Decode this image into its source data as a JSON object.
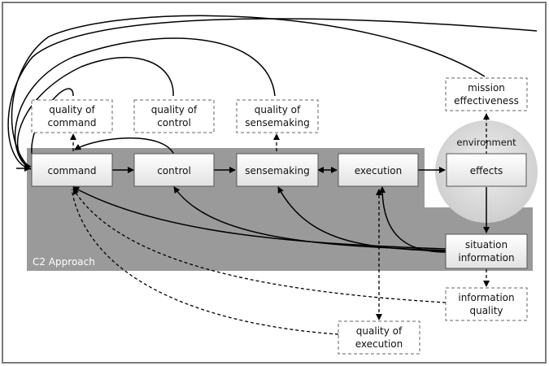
{
  "approach_label": "C2 Approach",
  "environment_label": "environment",
  "process_boxes": {
    "command": "command",
    "control": "control",
    "sensemaking": "sensemaking",
    "execution": "execution",
    "effects": "effects"
  },
  "situation_information": [
    "situation",
    "information"
  ],
  "quality_boxes": {
    "quality_of_command": [
      "quality of",
      "command"
    ],
    "quality_of_control": [
      "quality of",
      "control"
    ],
    "quality_of_sensemaking": [
      "quality of",
      "sensemaking"
    ],
    "mission_effectiveness": [
      "mission",
      "effectiveness"
    ],
    "information_quality": [
      "information",
      "quality"
    ],
    "quality_of_execution": [
      "quality of",
      "execution"
    ]
  },
  "colors": {
    "c2_region": "#9a9a9a",
    "box_fill": "#f2f2f2",
    "environment_circle": "#d2d2d2",
    "outer_frame": "#7a7a7a"
  }
}
